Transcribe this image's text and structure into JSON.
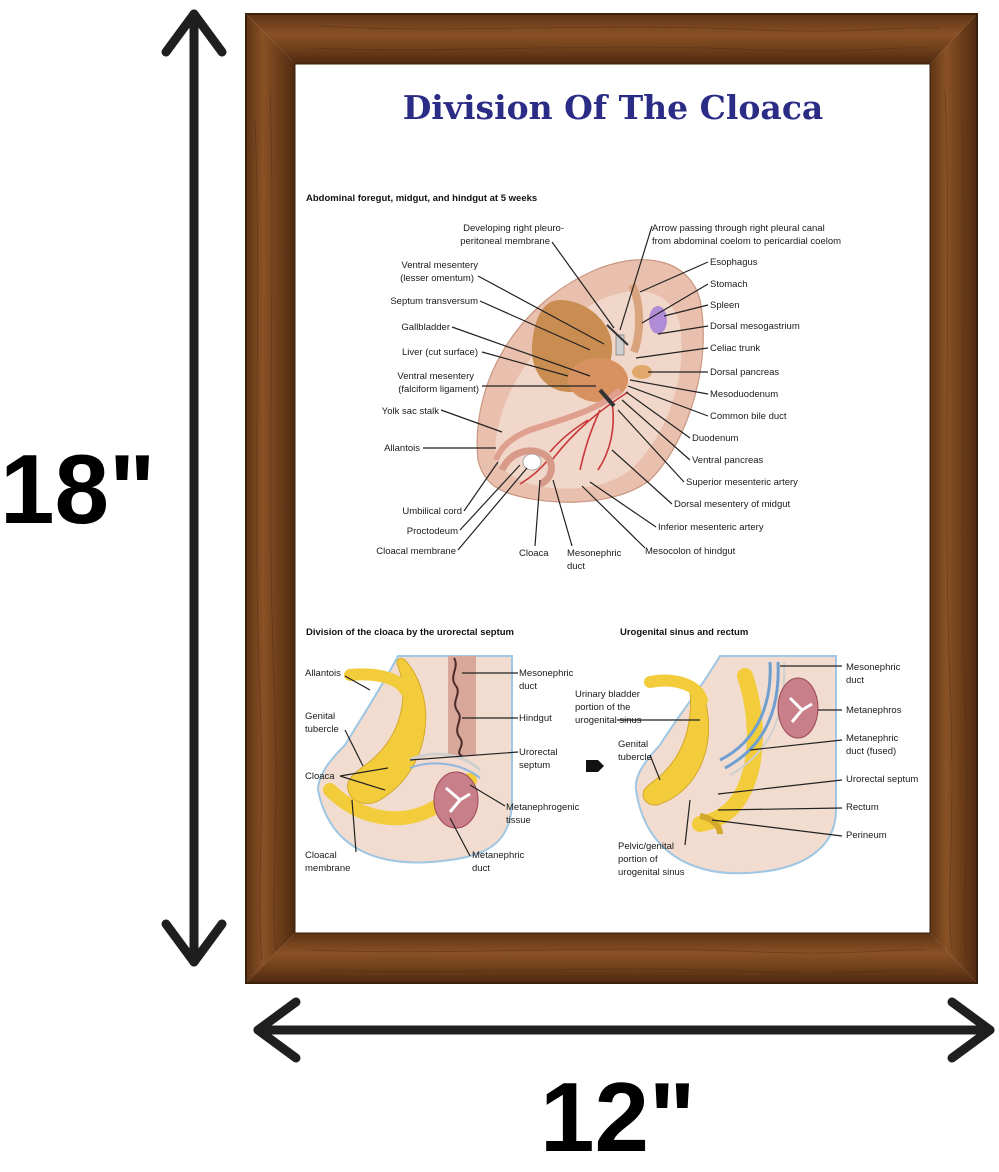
{
  "dimensions": {
    "height": "18\"",
    "width": "12\""
  },
  "poster": {
    "title": "Division Of The Cloaca",
    "section_1": {
      "title": "Abdominal foregut, midgut, and hindgut at 5 weeks",
      "labels_left": [
        [
          "Developing right pleuro-",
          "peritoneal membrane"
        ],
        [
          "Ventral mesentery",
          "(lesser omentum)"
        ],
        [
          "Septum transversum"
        ],
        [
          "Gallbladder"
        ],
        [
          "Liver (cut surface)"
        ],
        [
          "Ventral mesentery",
          "(falciform ligament)"
        ],
        [
          "Yolk sac stalk"
        ],
        [
          "Allantois"
        ],
        [
          "Umbilical cord"
        ],
        [
          "Proctodeum"
        ],
        [
          "Cloacal membrane"
        ]
      ],
      "labels_bottom": [
        [
          "Cloaca"
        ],
        [
          "Mesonephric",
          "duct"
        ],
        [
          "Mesocolon of hindgut"
        ]
      ],
      "labels_right": [
        [
          "Arrow passing through right pleural canal",
          "from abdominal coelom to pericardial coelom"
        ],
        [
          "Esophagus"
        ],
        [
          "Stomach"
        ],
        [
          "Spleen"
        ],
        [
          "Dorsal mesogastrium"
        ],
        [
          "Celiac trunk"
        ],
        [
          "Dorsal pancreas"
        ],
        [
          "Mesoduodenum"
        ],
        [
          "Common bile duct"
        ],
        [
          "Duodenum"
        ],
        [
          "Ventral pancreas"
        ],
        [
          "Superior mesenteric artery"
        ],
        [
          "Dorsal mesentery of midgut"
        ],
        [
          "Inferior mesenteric artery"
        ]
      ]
    },
    "section_2": {
      "title": "Division of the cloaca by the urorectal septum",
      "labels_left": [
        [
          "Allantois"
        ],
        [
          "Genital",
          "tubercle"
        ],
        [
          "Cloaca"
        ],
        [
          "Cloacal",
          "membrane"
        ]
      ],
      "labels_right": [
        [
          "Mesonephric",
          "duct"
        ],
        [
          "Hindgut"
        ],
        [
          "Urorectal",
          "septum"
        ],
        [
          "Metanephrogenic",
          "tissue"
        ],
        [
          "Metanephric",
          "duct"
        ]
      ]
    },
    "section_3": {
      "title": "Urogenital sinus and rectum",
      "labels_left": [
        [
          "Urinary bladder",
          "portion of the",
          "urogenital sinus"
        ],
        [
          "Genital",
          "tubercle"
        ],
        [
          "Pelvic/genital",
          "portion of",
          "urogenital sinus"
        ]
      ],
      "labels_right": [
        [
          "Mesonephric",
          "duct"
        ],
        [
          "Metanephros"
        ],
        [
          "Metanephric",
          "duct (fused)"
        ],
        [
          "Urorectal septum"
        ],
        [
          "Rectum"
        ],
        [
          "Perineum"
        ]
      ]
    }
  },
  "colors": {
    "frame_wood": "#7a4420",
    "title_blue": "#2b2c85",
    "tissue_pink": "#e6b9a6",
    "gut_yellow": "#f3cc3c",
    "vessel_red": "#c8383a",
    "duct_blue": "#6f9fd1"
  }
}
